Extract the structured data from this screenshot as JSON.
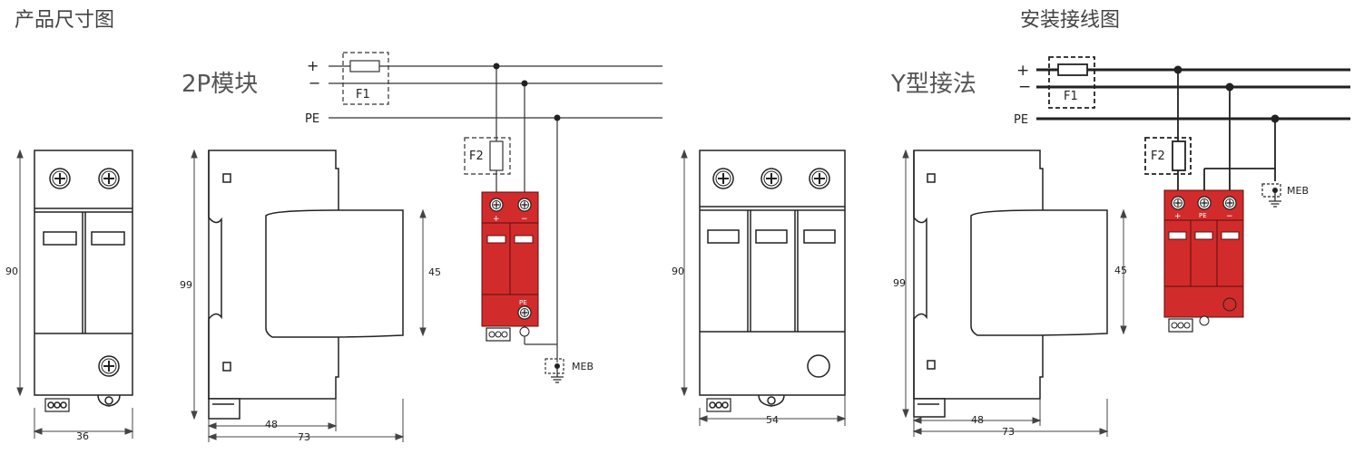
{
  "headings": {
    "dimensions": "产品尺寸图",
    "installation": "安装接线图"
  },
  "subtitles": {
    "module_2p": "2P模块",
    "y_connection": "Y型接法"
  },
  "wiring": {
    "plus": "+",
    "minus": "−",
    "pe": "PE",
    "f1": "F1",
    "f2": "F2",
    "meb": "MEB",
    "pe_terminal": "PE"
  },
  "dims": {
    "front2p_height": "90",
    "front2p_width": "36",
    "side_height": "99",
    "side_depth_inner": "48",
    "side_depth_total": "73",
    "side_face": "45",
    "front3p_height": "90",
    "front3p_width": "54",
    "side2_height": "99",
    "side2_depth_inner": "48",
    "side2_depth_total": "73",
    "side2_face": "45"
  },
  "colors": {
    "module_red": "#d22b2b",
    "module_dark": "#b81f1f",
    "line": "#333333"
  }
}
